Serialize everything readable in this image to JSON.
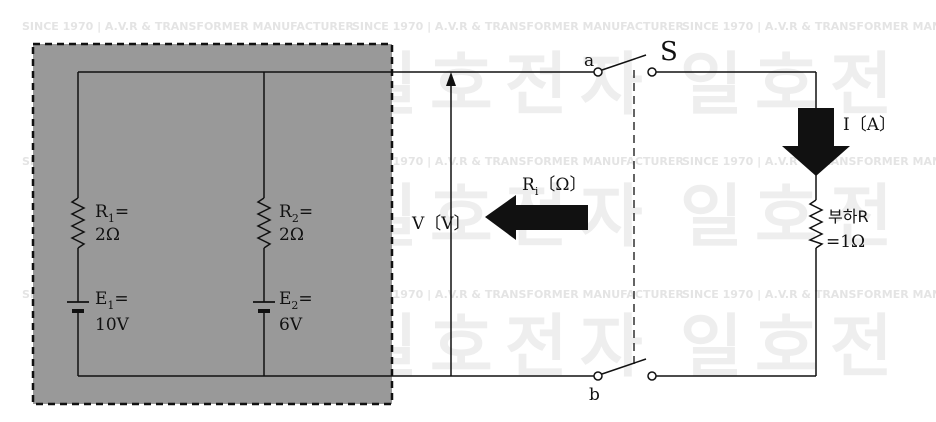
{
  "watermark": {
    "tagline": "SINCE 1970 | A.V.R & TRANSFORMER MANUFACTURER",
    "chars": [
      "일",
      "호",
      "전",
      "자"
    ]
  },
  "branch1": {
    "resistor": {
      "symbol": "R",
      "sub": "1",
      "eq": "=",
      "value": "2Ω"
    },
    "source": {
      "symbol": "E",
      "sub": "1",
      "eq": "=",
      "value": "10V"
    }
  },
  "branch2": {
    "resistor": {
      "symbol": "R",
      "sub": "2",
      "eq": "=",
      "value": "2Ω"
    },
    "source": {
      "symbol": "E",
      "sub": "2",
      "eq": "=",
      "value": "6V"
    }
  },
  "voltage": {
    "label": "V〔V〕"
  },
  "internal": {
    "symbol": "R",
    "sub": "i",
    "unit": "〔Ω〕"
  },
  "switch": {
    "label": "S",
    "terminal_a": "a",
    "terminal_b": "b"
  },
  "current": {
    "label": "I〔A〕"
  },
  "load": {
    "label": "부하R",
    "value": "=1Ω"
  },
  "colors": {
    "box_fill": "#999999",
    "wire": "#111111",
    "arrow": "#111111"
  }
}
